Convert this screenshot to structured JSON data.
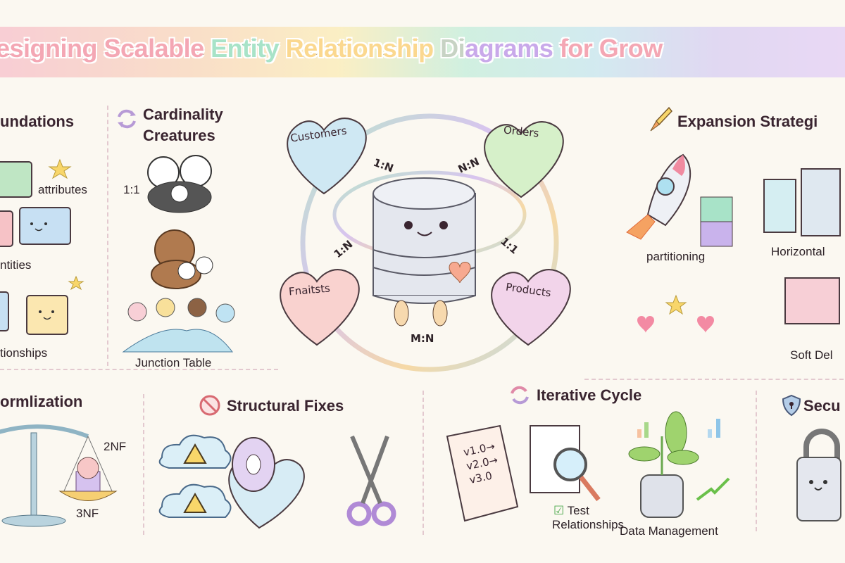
{
  "title": {
    "segments": [
      {
        "text": "esigning Scalable ",
        "color": "#f4a7b4"
      },
      {
        "text": "Entity ",
        "color": "#a8e3c8"
      },
      {
        "text": "Relationship ",
        "color": "#fbd88f"
      },
      {
        "text": "Di",
        "color": "#c7d3c4"
      },
      {
        "text": "agrams ",
        "color": "#c9a9ea"
      },
      {
        "text": "for Grow",
        "color": "#f4a7b4"
      }
    ]
  },
  "foundations": {
    "heading": "undations",
    "labels": [
      "attributes",
      "ntities",
      "tionships"
    ]
  },
  "cardinality": {
    "heading_line1": "Cardinality",
    "heading_line2": "Creatures",
    "icon": "sync-arrows-icon",
    "labels": [
      "1:1",
      "Junction Table"
    ]
  },
  "center": {
    "entities": [
      "Customers",
      "Orders",
      "Fnaitsts",
      "Products"
    ],
    "entity_colors": [
      "#cfe8f3",
      "#d6f0c9",
      "#f9d2cf",
      "#f2d4ea"
    ],
    "relations": [
      "1:N",
      "N:N",
      "1:N",
      "1:1",
      "M:N"
    ]
  },
  "expansion": {
    "heading": "Expansion Strategi",
    "icon": "rocket-icon",
    "labels": [
      "partitioning",
      "Horizontal",
      "Soft Del"
    ]
  },
  "normalization": {
    "heading": "ormlization",
    "labels": [
      "2NF",
      "3NF"
    ]
  },
  "structural": {
    "heading": "Structural Fixes",
    "icon": "prohibited-icon"
  },
  "iterative": {
    "heading": "Iterative Cycle",
    "icon": "cycle-arrows-icon",
    "versions": [
      "v1.0→",
      "v2.0→",
      "v3.0"
    ],
    "test_line1": "Test",
    "test_line2": "Relationships",
    "data_label": "Data Management"
  },
  "security": {
    "heading": "Secu",
    "icon": "shield-lock-icon"
  }
}
